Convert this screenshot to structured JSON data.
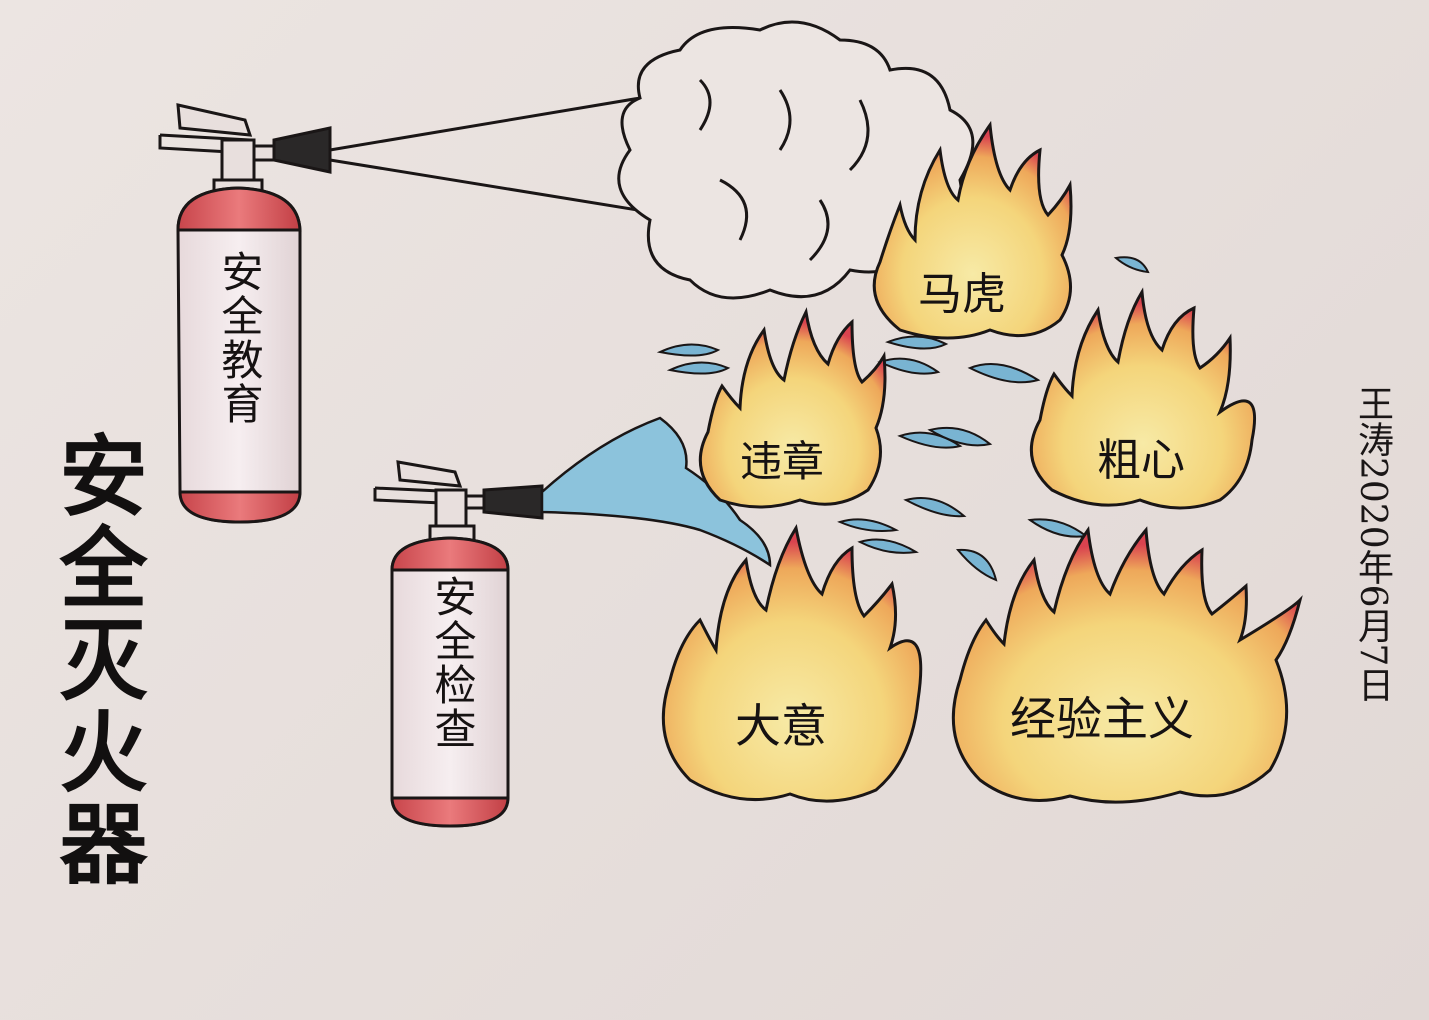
{
  "extinguishers": [
    {
      "label": "安全教育"
    },
    {
      "label": "安全检查"
    }
  ],
  "fires": [
    {
      "label": "马虎"
    },
    {
      "label": "违章"
    },
    {
      "label": "粗心"
    },
    {
      "label": "大意"
    },
    {
      "label": "经验主义"
    }
  ],
  "title": "安全灭火器",
  "signature": "王涛2020年6月7日",
  "colors": {
    "paper": "#e9e1de",
    "extinguisher_red": "#d85a5e",
    "extinguisher_body": "#f1e6e8",
    "flame_outer": "#d9434f",
    "flame_mid": "#f2b85a",
    "flame_inner": "#f6e39a",
    "water": "#7fb9d6",
    "ink": "#161212"
  }
}
